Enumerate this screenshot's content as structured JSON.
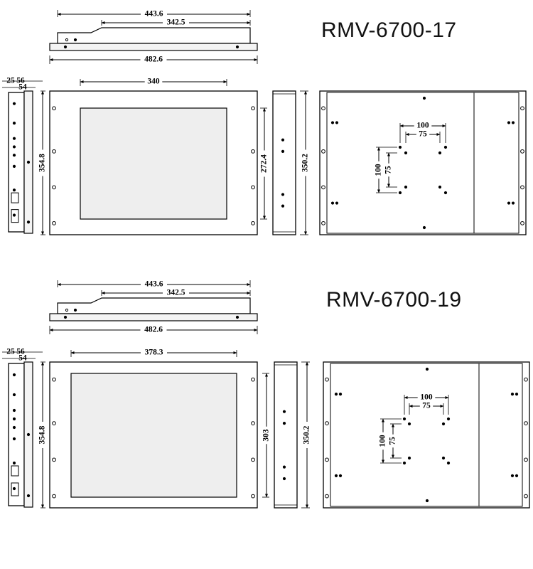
{
  "models": [
    {
      "title": "RMV-6700-17",
      "dims": {
        "overall_depth": "443.6",
        "step_depth": "342.5",
        "rack_width": "482.6",
        "side_top": "25",
        "side_mid": "56",
        "side_low": "54",
        "screen_width": "340",
        "height": "354.8",
        "screen_height": "272.4",
        "body_height": "350.2",
        "vesa_outer": "100",
        "vesa_inner": "75",
        "vesa_outer_v": "100",
        "vesa_inner_v": "75"
      }
    },
    {
      "title": "RMV-6700-19",
      "dims": {
        "overall_depth": "443.6",
        "step_depth": "342.5",
        "rack_width": "482.6",
        "side_top": "25",
        "side_mid": "56",
        "side_low": "54",
        "screen_width": "378.3",
        "height": "354.8",
        "screen_height": "303",
        "body_height": "350.2",
        "vesa_outer": "100",
        "vesa_inner": "75",
        "vesa_outer_v": "100",
        "vesa_inner_v": "75"
      }
    }
  ],
  "colors": {
    "line": "#000000",
    "panel_fill": "#f4f4f4",
    "screen_fill": "#eeeeee"
  }
}
